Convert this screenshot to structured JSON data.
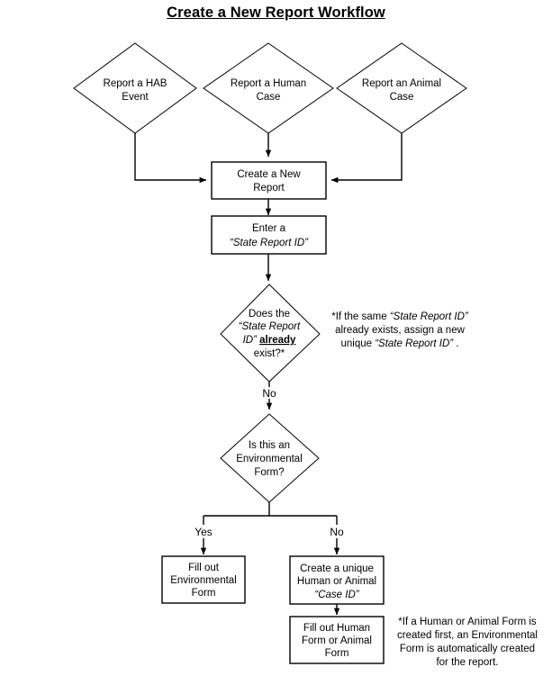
{
  "title": "Create a New Report Workflow",
  "colors": {
    "background": "#ffffff",
    "stroke": "#000000",
    "text": "#000000"
  },
  "nodes": {
    "hab": {
      "shape": "diamond",
      "line1": "Report a HAB",
      "line2": "Event"
    },
    "human": {
      "shape": "diamond",
      "line1": "Report a Human",
      "line2": "Case"
    },
    "animal": {
      "shape": "diamond",
      "line1": "Report an Animal",
      "line2": "Case"
    },
    "create_report": {
      "shape": "process",
      "line1": "Create a New",
      "line2": "Report"
    },
    "enter_id": {
      "shape": "process",
      "line1": "Enter a",
      "line2": "“State Report ID”"
    },
    "decision_id": {
      "shape": "decision",
      "line1": "Does the",
      "line2": "“State Report",
      "line3a": "ID”",
      "line3b": "already",
      "line4": "exist?*"
    },
    "decision_env": {
      "shape": "decision",
      "line1": "Is this an",
      "line2": "Environmental",
      "line3": "Form?"
    },
    "fill_env": {
      "shape": "process",
      "line1": "Fill out",
      "line2": "Environmental",
      "line3": "Form"
    },
    "create_case_id": {
      "shape": "process",
      "line1": "Create a unique",
      "line2": "Human or Animal",
      "line3": "“Case ID”"
    },
    "fill_human_animal": {
      "shape": "process",
      "line1": "Fill out Human",
      "line2": "Form or Animal",
      "line3": "Form"
    }
  },
  "branch_labels": {
    "decision_id_no": "No",
    "decision_env_yes": "Yes",
    "decision_env_no": "No"
  },
  "notes": {
    "state_report_id": {
      "line1a": "*If the same ",
      "line1b": "“State Report ID”",
      "line2": "already exists, assign a new",
      "line3a": "unique ",
      "line3b": "“State Report ID”",
      "line3c": " ."
    },
    "auto_env_form": {
      "line1": "*If a Human or Animal Form is",
      "line2": "created first, an Environmental",
      "line3": "Form is automatically created",
      "line4": "for the report."
    }
  }
}
